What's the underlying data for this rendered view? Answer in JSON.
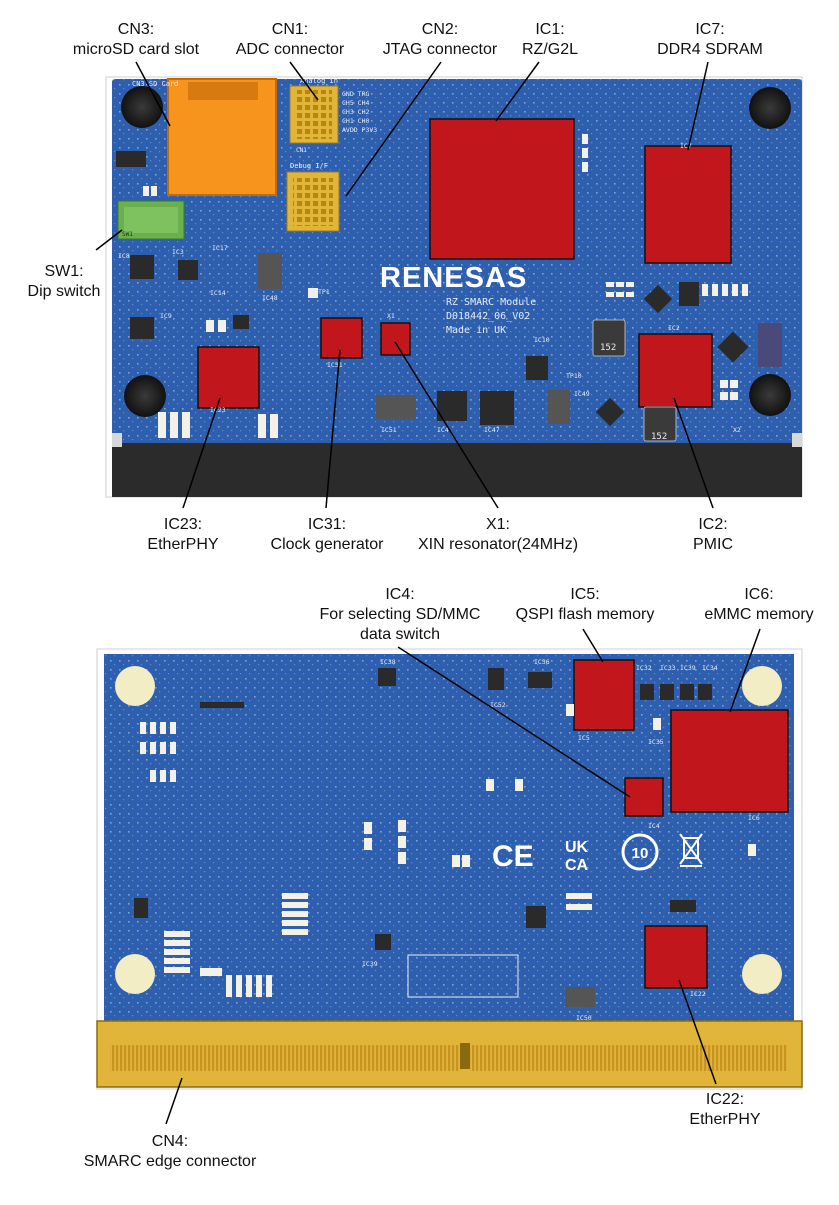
{
  "top_board": {
    "silk_cn3": "CN3 SD Card",
    "silk_cn1_title": "Analog In",
    "silk_cn1_pins": [
      "GND  TRG",
      "CH5  CH4",
      "CH3  CH2",
      "CH1  CH0",
      "AVDD P3V3"
    ],
    "silk_cn1_ref": "CN1",
    "silk_cn2_title": "Debug I/F",
    "silk_cn2_ref": "CN2",
    "silk_sw1": "SW1",
    "logo": "RENESAS",
    "silk_lines": [
      "RZ SMARC Module",
      "D018442_06_V02",
      "Made in UK"
    ],
    "refdes": [
      "IC8",
      "IC3",
      "IC17",
      "IC14",
      "IC48",
      "IC9",
      "TP1",
      "IC31",
      "X1",
      "IC10",
      "TP10",
      "IC49",
      "IC51",
      "IC4",
      "IC47",
      "IC2",
      "X2",
      "IC7",
      "IC23"
    ],
    "cap_marks": [
      "152",
      "152"
    ]
  },
  "bottom_board": {
    "refdes": [
      "IC38",
      "IC36",
      "IC52",
      "IC32",
      "IC33",
      "IC39",
      "IC34",
      "IC35",
      "IC5",
      "IC4",
      "IC6",
      "IC50",
      "IC22",
      "IC39"
    ],
    "cert_marks": [
      "CE",
      "UK CA",
      "10"
    ]
  },
  "labels": {
    "cn3": {
      "code": "CN3:",
      "desc": "microSD card slot"
    },
    "cn1": {
      "code": "CN1:",
      "desc": "ADC connector"
    },
    "cn2": {
      "code": "CN2:",
      "desc": "JTAG connector"
    },
    "ic1": {
      "code": "IC1:",
      "desc": "RZ/G2L"
    },
    "ic7": {
      "code": "IC7:",
      "desc": "DDR4 SDRAM"
    },
    "sw1": {
      "code": "SW1:",
      "desc": "Dip switch"
    },
    "ic23": {
      "code": "IC23:",
      "desc": "EtherPHY"
    },
    "ic31": {
      "code": "IC31:",
      "desc": "Clock generator"
    },
    "x1": {
      "code": "X1:",
      "desc": "XIN resonator(24MHz)"
    },
    "ic2": {
      "code": "IC2:",
      "desc": "PMIC"
    },
    "ic4": {
      "code": "IC4:",
      "desc1": "For selecting SD/MMC",
      "desc2": "data switch"
    },
    "ic5": {
      "code": "IC5:",
      "desc": "QSPI flash memory"
    },
    "ic6": {
      "code": "IC6:",
      "desc": "eMMC memory"
    },
    "cn4": {
      "code": "CN4:",
      "desc": "SMARC edge connector"
    },
    "ic22": {
      "code": "IC22:",
      "desc": "EtherPHY"
    }
  },
  "colors": {
    "pcb": "#2d5fae",
    "highlight_red": "#c0161c",
    "microsd": "#f7941d",
    "gold": "#e0b53a",
    "dip_switch": "#6ab04c",
    "edge_black": "#2b2b2b",
    "mount_hole": "#f3edc6"
  }
}
